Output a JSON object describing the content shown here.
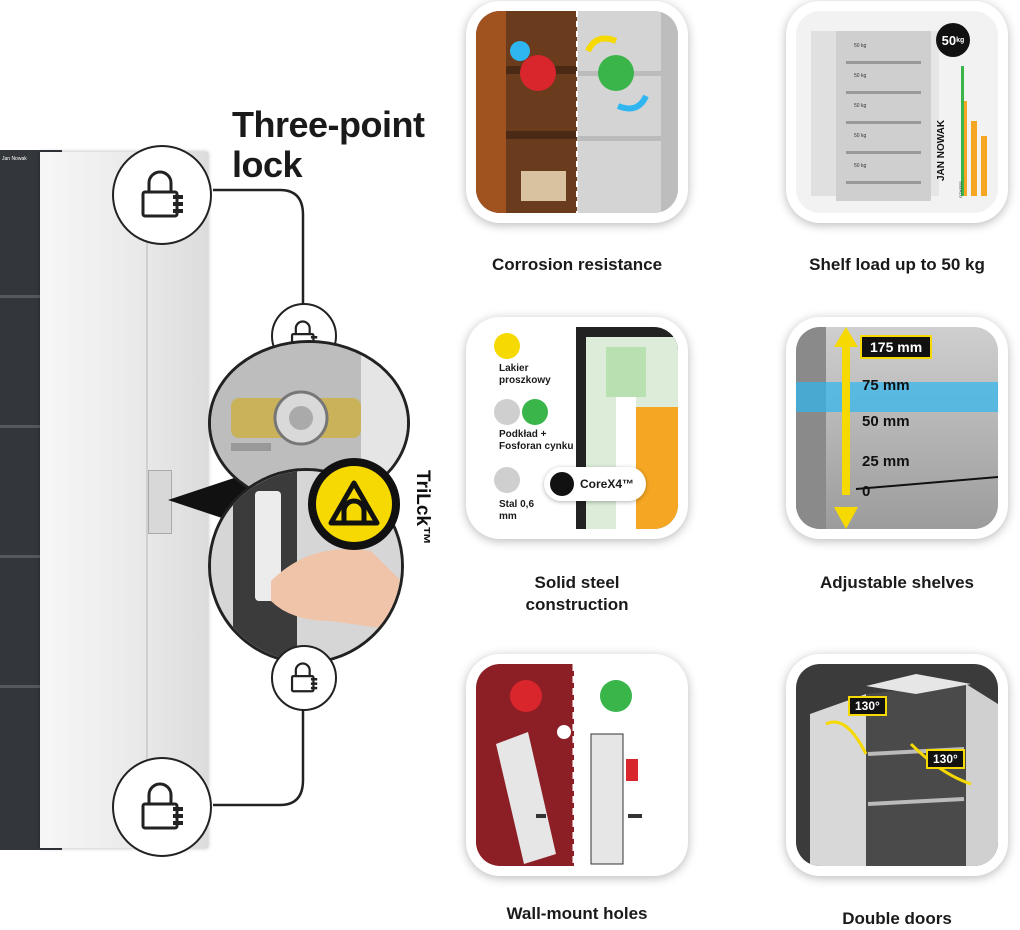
{
  "lock_section": {
    "title_line1": "Three-point",
    "title_line2": "lock",
    "brand_small": "Jan Nowak",
    "trilock_label": "TriLck™",
    "icons": [
      "padlock-icon",
      "padlock-icon",
      "padlock-icon",
      "padlock-icon"
    ]
  },
  "features": [
    {
      "caption": "Corrosion resistance"
    },
    {
      "caption": "Shelf load up to 50 kg"
    },
    {
      "caption_line1": "Solid steel",
      "caption_line2": "construction"
    },
    {
      "caption": "Adjustable shelves"
    },
    {
      "caption": "Wall-mount holes"
    },
    {
      "caption": "Double doors"
    }
  ],
  "shelf_load": {
    "badge_value": "50",
    "badge_unit": "kg",
    "brand_vertical": "JAN NOWAK",
    "others_label": "OTHERS",
    "weights": [
      "50 kg",
      "50 kg",
      "50 kg",
      "50 kg",
      "50 kg"
    ]
  },
  "steel": {
    "brand": "Jan Nowak",
    "layer1": "Lakier proszkowy",
    "layer2": "Podkład + Fosforan cynku",
    "layer3": "Stal 0,6 mm",
    "tech_badge": "CoreX4™"
  },
  "adjustable": {
    "marks": [
      "175 mm",
      "75 mm",
      "50 mm",
      "25 mm",
      "0"
    ]
  },
  "double_doors": {
    "angle_left": "130°",
    "angle_right": "130°"
  },
  "colors": {
    "accent_yellow": "#f5d900",
    "sad_red": "#d9262c",
    "happy_green": "#39b54a",
    "cabinet_dark": "#33363a",
    "highlight_blue": "#2fb6f0"
  }
}
